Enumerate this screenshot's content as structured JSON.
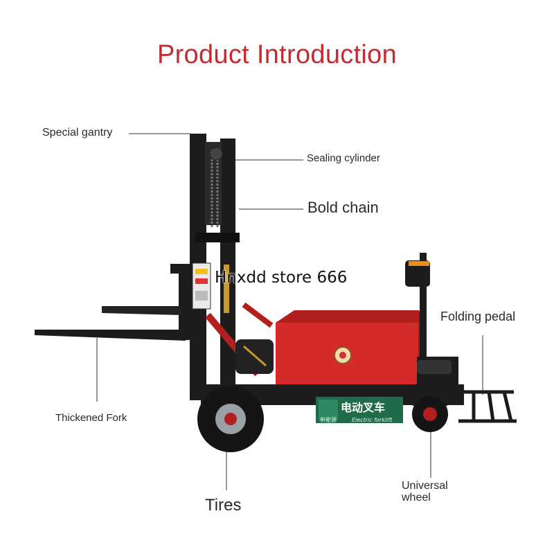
{
  "title": "Product Introduction",
  "watermark": "Hnxdd store 666",
  "labels": {
    "gantry": "Special gantry",
    "sealing": "Sealing cylinder",
    "chain": "Bold chain",
    "pedal": "Folding pedal",
    "fork": "Thickened Fork",
    "wheel": "Universal wheel",
    "tires": "Tires"
  },
  "body_sign": {
    "cn": "电动叉车",
    "en": "Electric forklift",
    "sub": "新能源"
  },
  "colors": {
    "title": "#c62b2f",
    "body_red": "#d42a2a",
    "frame": "#1c1c1c",
    "accent_orange": "#f08c1c",
    "sign_bg": "#1f6b4a"
  }
}
